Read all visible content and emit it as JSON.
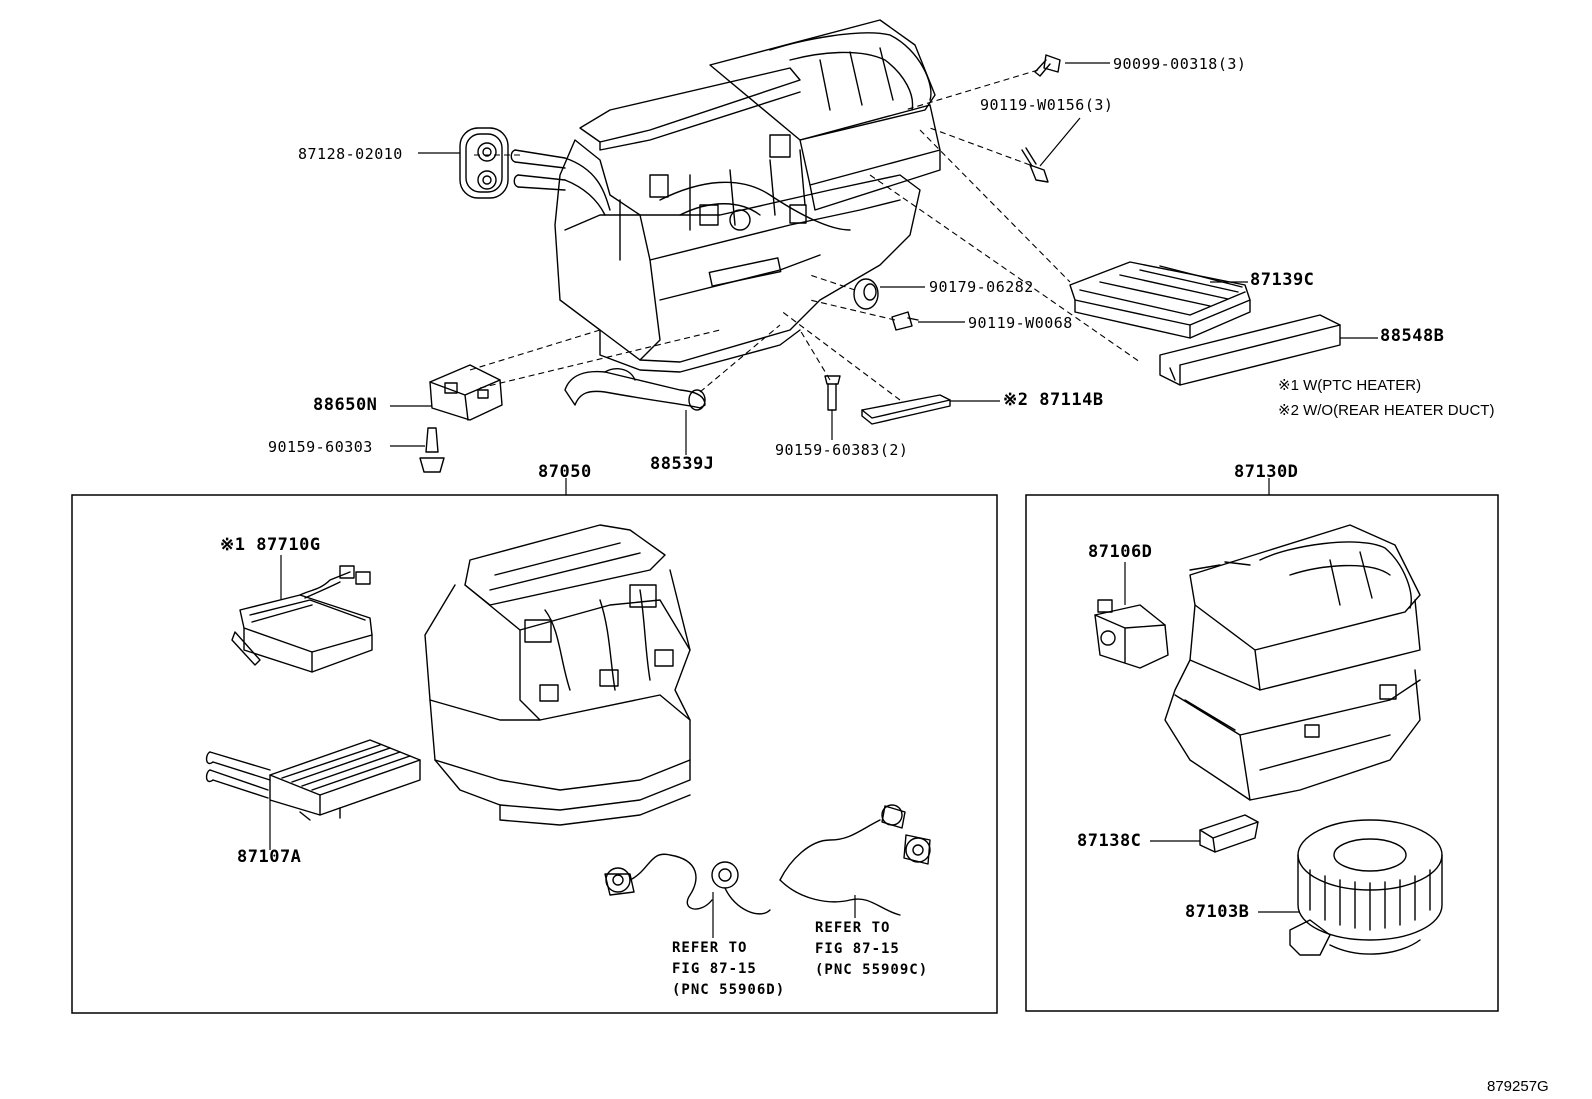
{
  "labels": {
    "p_90099": "90099-00318(3)",
    "p_90119_w0156": "90119-W0156(3)",
    "p_87128": "87128-02010",
    "p_90179": "90179-06282",
    "p_87139c": "87139C",
    "p_90119_w0068": "90119-W0068",
    "p_88548b": "88548B",
    "p_88650n": "88650N",
    "p_87114b": "※2 87114B",
    "p_90159_60303": "90159-60303",
    "p_88539j": "88539J",
    "p_90159_60383": "90159-60383(2)",
    "p_87050": "87050",
    "p_87130d": "87130D",
    "p_87710g": "※1 87710G",
    "p_87107a": "87107A",
    "p_87106d": "87106D",
    "p_87138c": "87138C",
    "p_87103b": "87103B"
  },
  "notes": {
    "note1": "※1 W(PTC HEATER)",
    "note2": "※2 W/O(REAR HEATER DUCT)"
  },
  "refs": {
    "ref1": "REFER TO\nFIG 87-15\n(PNC 55906D)",
    "ref2": "REFER TO\nFIG 87-15\n(PNC 55909C)"
  },
  "figure_id": "879257G"
}
